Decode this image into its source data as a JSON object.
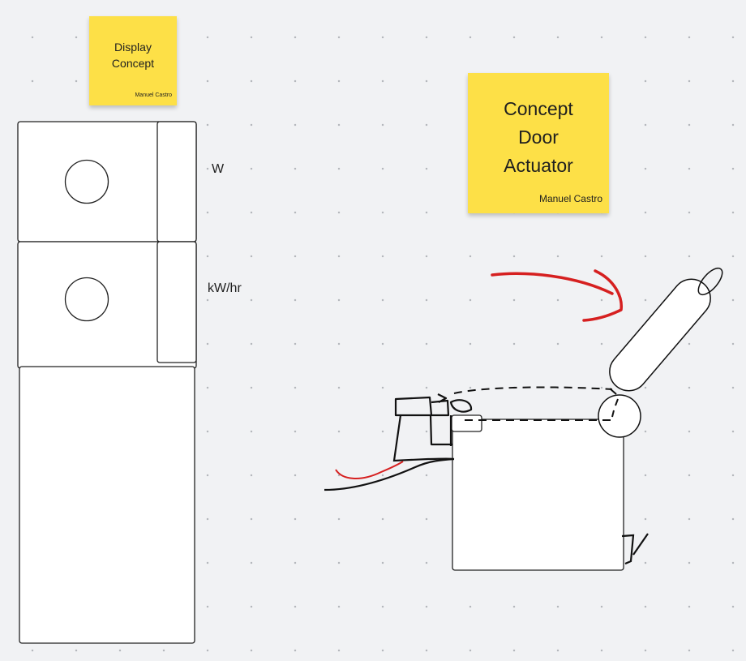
{
  "board": {
    "dot_color": "#b5b8bd",
    "background_color": "#f1f2f4"
  },
  "stickies": {
    "display_concept": {
      "title": "Display\nConcept",
      "author": "Manuel Castro",
      "color": "#fde047"
    },
    "door_actuator": {
      "title": "Concept\nDoor\nActuator",
      "author": "Manuel Castro",
      "color": "#fde047"
    }
  },
  "labels": {
    "power_unit": "W",
    "energy_unit": "kW/hr"
  },
  "ink_colors": {
    "black": "#111111",
    "red": "#d62020"
  }
}
